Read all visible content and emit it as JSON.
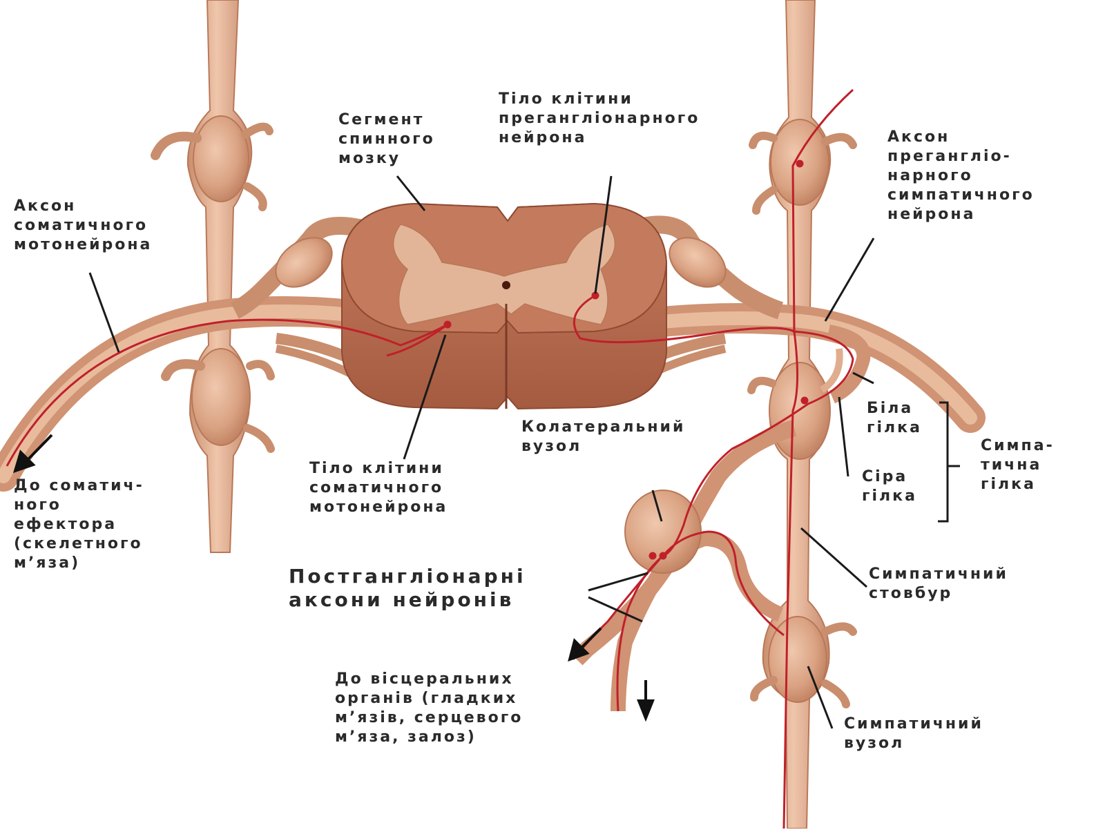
{
  "figure": {
    "labels": {
      "segment": "Сегмент\nспинного\nмозку",
      "pregang_cell_body": "Тіло клітини\nпреганглiонарного\nнейрона",
      "somatic_axon": "Аксон\nсоматичного\nмотонейрона",
      "pregang_axon": "Аксон\nпреганглiо-\nнарного\nсимпатичного\nнейрона",
      "collateral_ganglion": "Колатеральний\nвузол",
      "somatic_cell_body": "Тіло клітини\nсоматичного\nмотонейрона",
      "to_somatic_effector": "До соматич-\nного\nефектора\n(скелетного\nм’яза)",
      "white_ramus": "Біла\nгілка",
      "gray_ramus": "Сіра\nгілка",
      "sympathetic_ramus": "Симпа-\nтична\nгілка",
      "postgang_axons": "Постгангліонарні\nаксони нейронів",
      "sympathetic_trunk": "Симпатичний\nстовбур",
      "to_visceral_organs": "До вісцеральних\nорганів (гладких\nм’язів, серцевого\nм’яза, залоз)",
      "sympathetic_ganglion": "Симпатичний\nвузол"
    },
    "colors": {
      "nerve": "#d9a282",
      "nerve_dark": "#b97858",
      "cord_white": "#b86d50",
      "cord_gray": "#e2b599",
      "axon": "#c0202a",
      "ink": "#2a2a2a",
      "background": "#ffffff"
    }
  }
}
